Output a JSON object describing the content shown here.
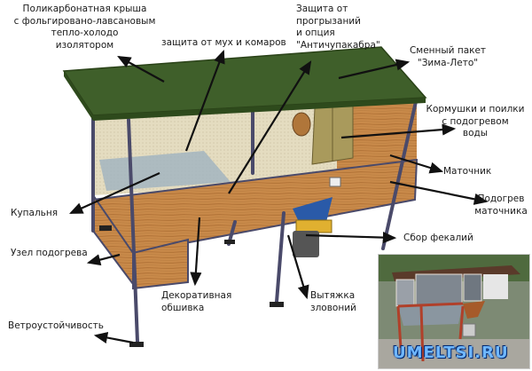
{
  "labels": {
    "roof": [
      "Поликарбонатная крыша",
      "с фольгировано-лавсановым",
      "тепло-холодо",
      "изолятором"
    ],
    "mosquito": "защита от мух и комаров",
    "gnaw": [
      "Защита от",
      "прогрызаний",
      "и опция",
      "\"Античупакабра\""
    ],
    "pack": [
      "Сменный пакет",
      "\"Зима-Лето\""
    ],
    "feeders": [
      "Кормушки и поилки",
      "с подогревом",
      "воды"
    ],
    "nest": "Маточник",
    "nest_heat": [
      "Подогрев",
      "маточника"
    ],
    "bath": "Купальня",
    "heater": "Узел подогрева",
    "feces": "Сбор фекалий",
    "trim": [
      "Декоративная",
      "обшивка"
    ],
    "exhaust": [
      "Вытяжка",
      "зловоний"
    ],
    "wind": "Ветроустойчивость"
  },
  "photo": {
    "watermark": "UMELTSI.RU"
  },
  "colors": {
    "roof": "#3f5f2a",
    "wood": "#c98a4a",
    "frame": "#4a4a6a",
    "mesh": "#d8cfb0",
    "box": "#a99a5c",
    "bin": "#e0b030",
    "funnel": "#2a5aa8"
  }
}
